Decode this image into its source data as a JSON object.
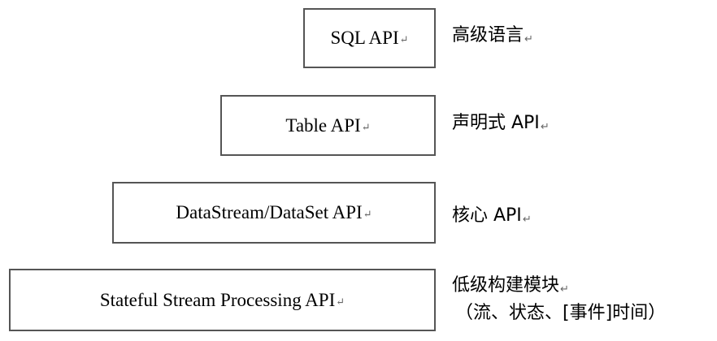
{
  "layers": [
    {
      "api": "SQL API",
      "desc": "高级语言"
    },
    {
      "api": "Table API",
      "desc": "声明式 API"
    },
    {
      "api": "DataStream/DataSet API",
      "desc": "核心 API"
    },
    {
      "api": "Stateful Stream Processing API",
      "desc": "低级构建模块",
      "desc_sub": "（流、状态、[事件]时间）"
    }
  ],
  "return_mark": "↵"
}
